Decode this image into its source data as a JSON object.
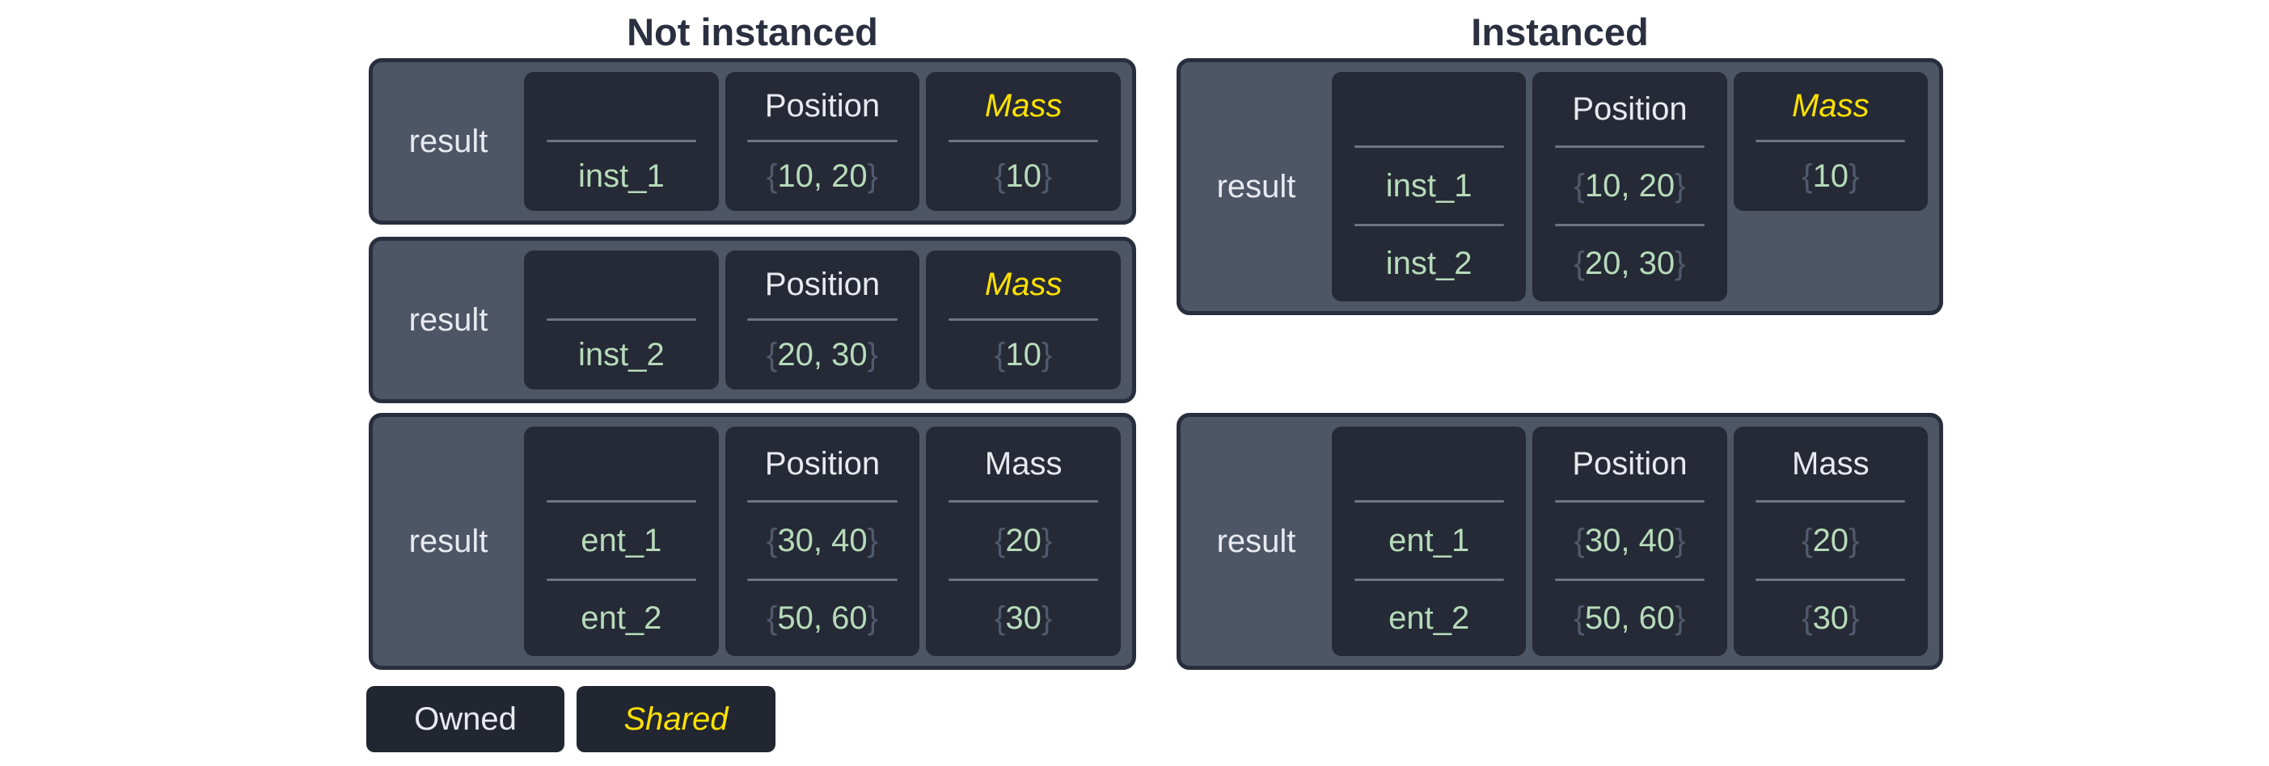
{
  "diagram": {
    "left_section": {
      "title": "Not instanced",
      "tables": [
        {
          "result_label": "result",
          "headers": {
            "position": "Position",
            "mass": "Mass"
          },
          "mass_shared": true,
          "rows": [
            {
              "entity": "inst_1",
              "position": "10, 20",
              "mass": "10"
            }
          ]
        },
        {
          "result_label": "result",
          "headers": {
            "position": "Position",
            "mass": "Mass"
          },
          "mass_shared": true,
          "rows": [
            {
              "entity": "inst_2",
              "position": "20, 30",
              "mass": "10"
            }
          ]
        },
        {
          "result_label": "result",
          "headers": {
            "position": "Position",
            "mass": "Mass"
          },
          "mass_shared": false,
          "rows": [
            {
              "entity": "ent_1",
              "position": "30, 40",
              "mass": "20"
            },
            {
              "entity": "ent_2",
              "position": "50, 60",
              "mass": "30"
            }
          ]
        }
      ]
    },
    "right_section": {
      "title": "Instanced",
      "tables": [
        {
          "result_label": "result",
          "headers": {
            "position": "Position",
            "mass": "Mass"
          },
          "mass_shared": true,
          "shared_mass_value": "10",
          "rows": [
            {
              "entity": "inst_1",
              "position": "10, 20"
            },
            {
              "entity": "inst_2",
              "position": "20, 30"
            }
          ]
        },
        {
          "result_label": "result",
          "headers": {
            "position": "Position",
            "mass": "Mass"
          },
          "mass_shared": false,
          "rows": [
            {
              "entity": "ent_1",
              "position": "30, 40",
              "mass": "20"
            },
            {
              "entity": "ent_2",
              "position": "50, 60",
              "mass": "30"
            }
          ]
        }
      ]
    },
    "legend": {
      "owned_label": "Owned",
      "shared_label": "Shared"
    },
    "punct": {
      "brace_open": "{",
      "brace_close": "}"
    },
    "colors": {
      "shared_accent": "#ffe100",
      "value_green": "#b7dbba",
      "panel_slate": "#4e5565",
      "cell_dark": "#252a36",
      "border_dark": "#282e3c",
      "divider_gray": "#6e7585",
      "brace_gray": "#515a6c",
      "text_light": "#e8eaf0",
      "title_navy": "#2a3040",
      "page_bg": "#ffffff"
    }
  }
}
